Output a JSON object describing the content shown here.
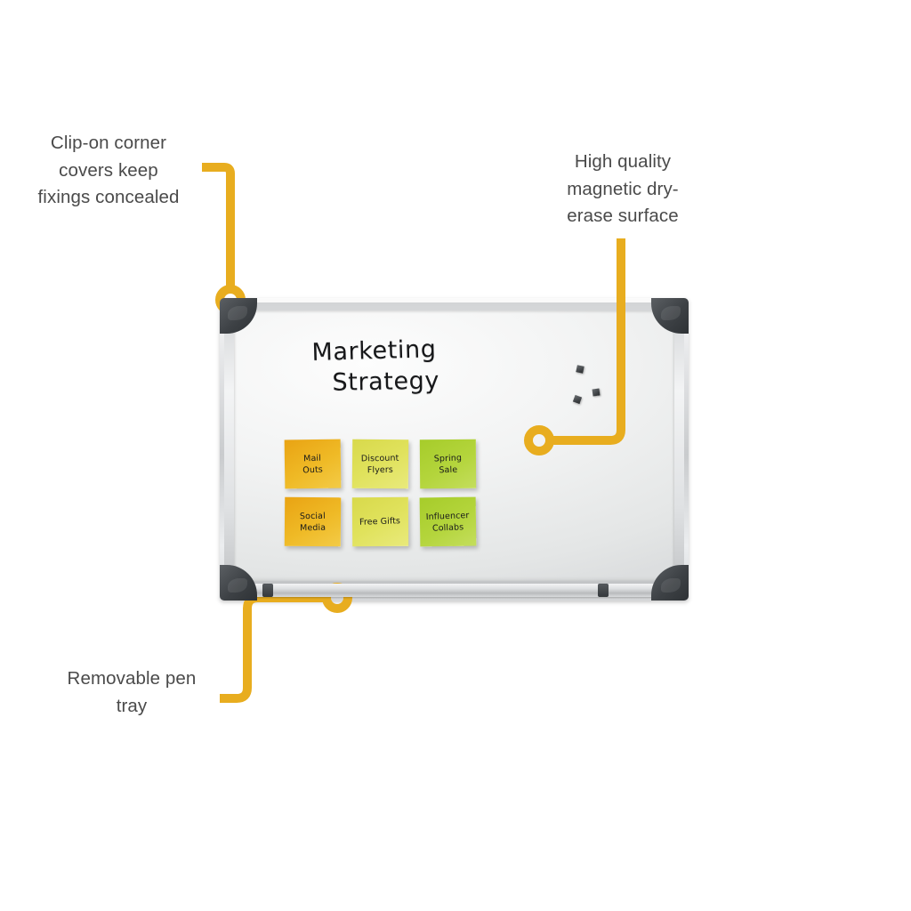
{
  "page": {
    "background_color": "#ffffff",
    "accent_color": "#e8ad1f",
    "text_color": "#4a4a4a"
  },
  "annotations": [
    {
      "id": "corner-covers",
      "text": "Clip-on corner\ncovers keep\nfixings concealed",
      "position": "top-left"
    },
    {
      "id": "surface",
      "text": "High quality\nmagnetic dry-\nerase surface",
      "position": "top-right"
    },
    {
      "id": "pen-tray",
      "text": "Removable pen\ntray",
      "position": "bottom-left"
    }
  ],
  "whiteboard": {
    "title": {
      "line1": "Marketing",
      "line2": "Strategy"
    },
    "sticky_notes": [
      [
        {
          "label": "Mail\nOuts",
          "color": "#e9a313",
          "color_name": "orange"
        },
        {
          "label": "Discount\nFlyers",
          "color": "#d8d94b",
          "color_name": "yellow"
        },
        {
          "label": "Spring\nSale",
          "color": "#a6cc2a",
          "color_name": "green"
        }
      ],
      [
        {
          "label": "Social\nMedia",
          "color": "#e9a313",
          "color_name": "orange"
        },
        {
          "label": "Free Gifts",
          "color": "#d8d94b",
          "color_name": "yellow"
        },
        {
          "label": "Influencer\nCollabs",
          "color": "#a6cc2a",
          "color_name": "green"
        }
      ]
    ],
    "magnet_count": 3,
    "frame_color": "#c9cbcd",
    "corner_cover_color": "#3d4145"
  }
}
